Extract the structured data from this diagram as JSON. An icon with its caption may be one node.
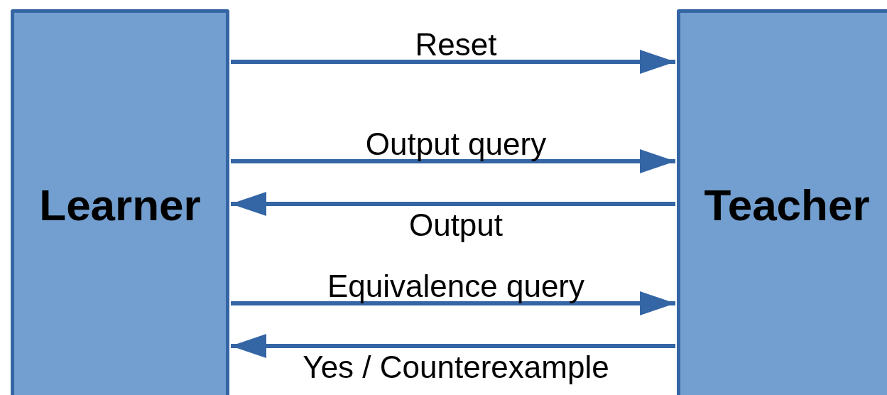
{
  "diagram": {
    "nodes": [
      {
        "text": [
          "Learner"
        ]
      },
      {
        "text": [
          "Teacher"
        ]
      }
    ],
    "edges": [
      {
        "from": 0,
        "to": 1,
        "arrow": "to",
        "label": "Reset"
      },
      {
        "from": 0,
        "to": 1,
        "arrow": "to",
        "label": "Output query"
      },
      {
        "from": 1,
        "to": 0,
        "arrow": "to",
        "label": "Output"
      },
      {
        "from": 0,
        "to": 1,
        "arrow": "to",
        "label": "Equivalence query"
      },
      {
        "from": 1,
        "to": 0,
        "arrow": "to",
        "label": "Yes / Counterexample"
      }
    ]
  }
}
